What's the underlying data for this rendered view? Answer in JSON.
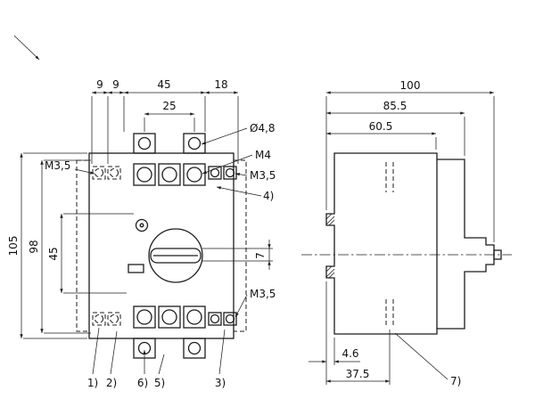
{
  "front_view": {
    "dims": {
      "spacing_left": "9",
      "spacing_right": "9",
      "top_width": "45",
      "side_width": "18",
      "tab_spacing": "25",
      "height_total": "105",
      "height_body": "98",
      "height_lower": "45",
      "handle_width": "7"
    },
    "labels": {
      "hole_dia": "Ø4,8",
      "screw_main": "M4",
      "screw_aux_top_right": "M3,5",
      "screw_aux_left": "M3,5",
      "screw_aux_bottom_right": "M3,5",
      "ref_4": "4)",
      "ref_1": "1)",
      "ref_2": "2)",
      "ref_6": "6)",
      "ref_5": "5)",
      "ref_3": "3)"
    }
  },
  "side_view": {
    "dims": {
      "depth_total": "100",
      "depth_front": "85.5",
      "depth_body": "60.5",
      "clip_depth": "4.6",
      "rail_offset": "37.5"
    },
    "labels": {
      "ref_7": "7)"
    }
  }
}
